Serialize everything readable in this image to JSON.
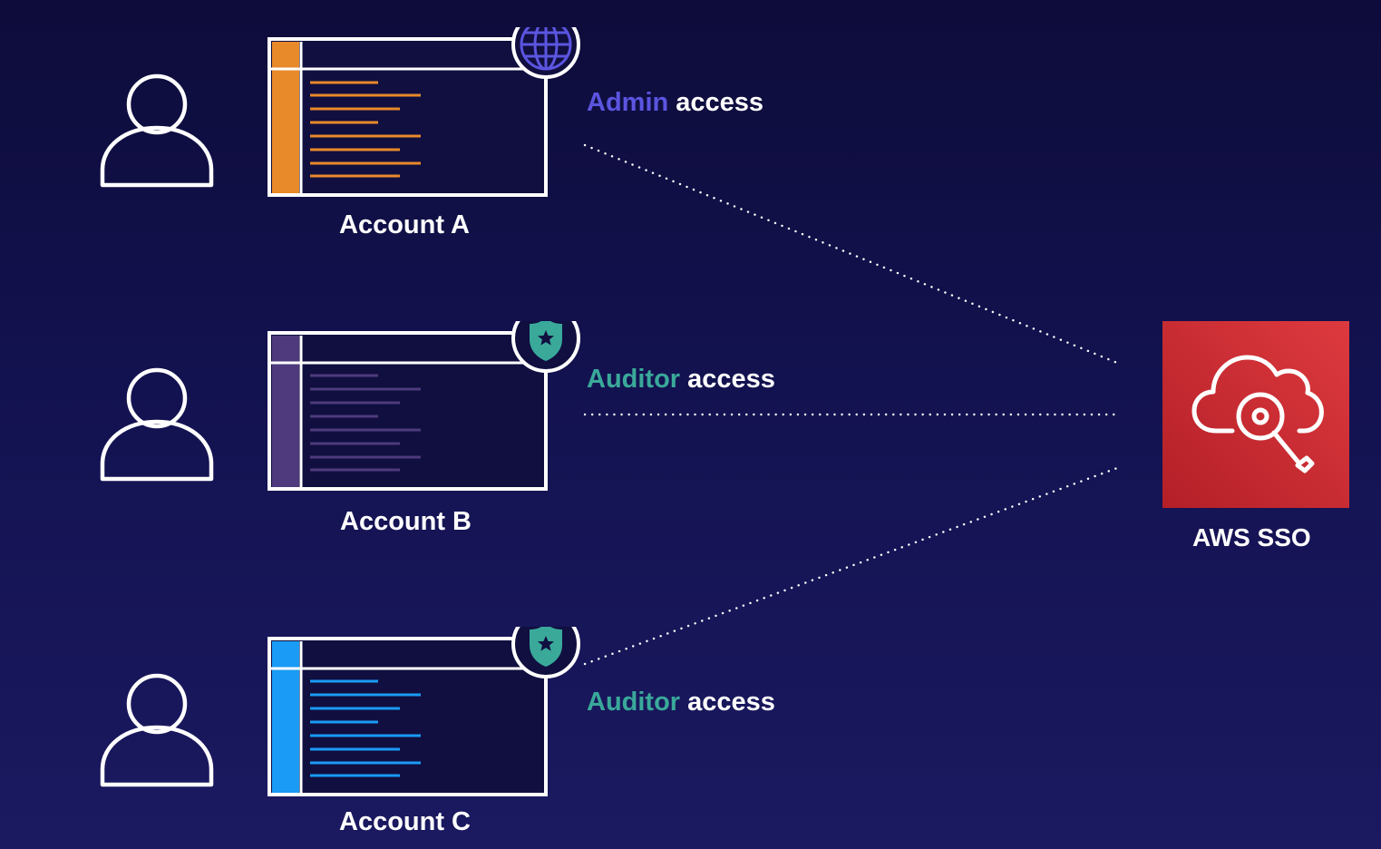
{
  "colors": {
    "background_top": "#0d0c3a",
    "background_bottom": "#1b1960",
    "admin_accent": "#5b55e0",
    "auditor_accent": "#3aa99a",
    "sso_red": "#c7262b",
    "account_a_accent": "#e8892a",
    "account_b_accent": "#4e3a7c",
    "account_c_accent": "#1a9bf5"
  },
  "accounts": [
    {
      "label": "Account A",
      "badge_icon": "globe-icon",
      "accent": "#e8892a"
    },
    {
      "label": "Account B",
      "badge_icon": "shield-star-icon",
      "accent": "#4e3a7c"
    },
    {
      "label": "Account C",
      "badge_icon": "shield-star-icon",
      "accent": "#1a9bf5"
    }
  ],
  "access": [
    {
      "role": "Admin",
      "suffix": "access",
      "color": "#5b55e0"
    },
    {
      "role": "Auditor",
      "suffix": "access",
      "color": "#3aa99a"
    },
    {
      "role": "Auditor",
      "suffix": "access",
      "color": "#3aa99a"
    }
  ],
  "sso": {
    "label": "AWS SSO",
    "icon": "cloud-key-icon"
  },
  "user_icon": "user-icon"
}
